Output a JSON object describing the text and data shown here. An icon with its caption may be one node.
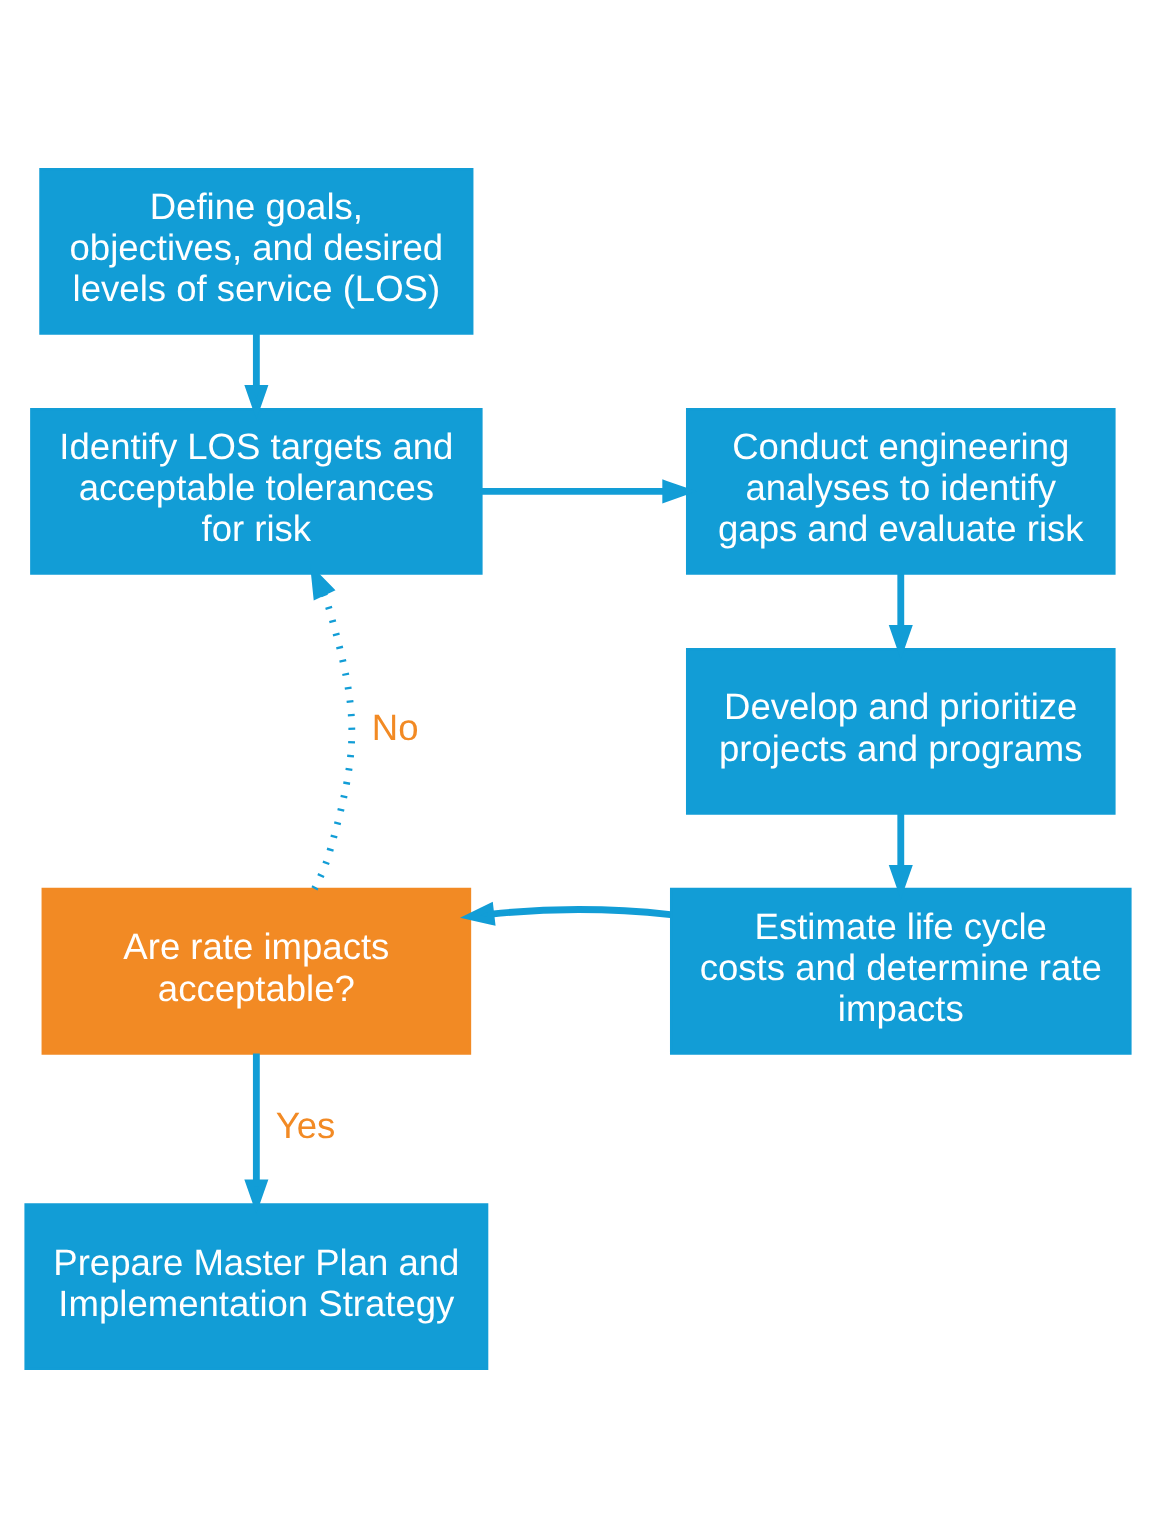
{
  "diagram": {
    "nodes": [
      {
        "text": [
          "Define goals, objectives, and desired levels of service (LOS)"
        ]
      },
      {
        "text": [
          "Identify LOS targets and acceptable tolerances for risk"
        ]
      },
      {
        "text": [
          "Conduct engineering analyses to identify gaps and evaluate risk"
        ]
      },
      {
        "text": [
          "Develop and prioritize projects and programs"
        ]
      },
      {
        "text": [
          "Estimate life cycle costs and determine rate impacts"
        ]
      },
      {
        "text": [
          "Are rate impacts acceptable?"
        ]
      },
      {
        "text": [
          "Prepare Master Plan and Implementation Strategy"
        ]
      }
    ],
    "edges": [
      {
        "from": 0,
        "to": 1,
        "arrow": "to"
      },
      {
        "from": 1,
        "to": 2,
        "arrow": "to"
      },
      {
        "from": 2,
        "to": 3,
        "arrow": "to"
      },
      {
        "from": 3,
        "to": 4,
        "arrow": "to"
      },
      {
        "from": 4,
        "to": 5,
        "arrow": "to"
      },
      {
        "from": 5,
        "to": 1,
        "arrow": "to",
        "label": "No",
        "style": "dashed"
      },
      {
        "from": 5,
        "to": 6,
        "arrow": "to",
        "label": "Yes"
      }
    ]
  }
}
